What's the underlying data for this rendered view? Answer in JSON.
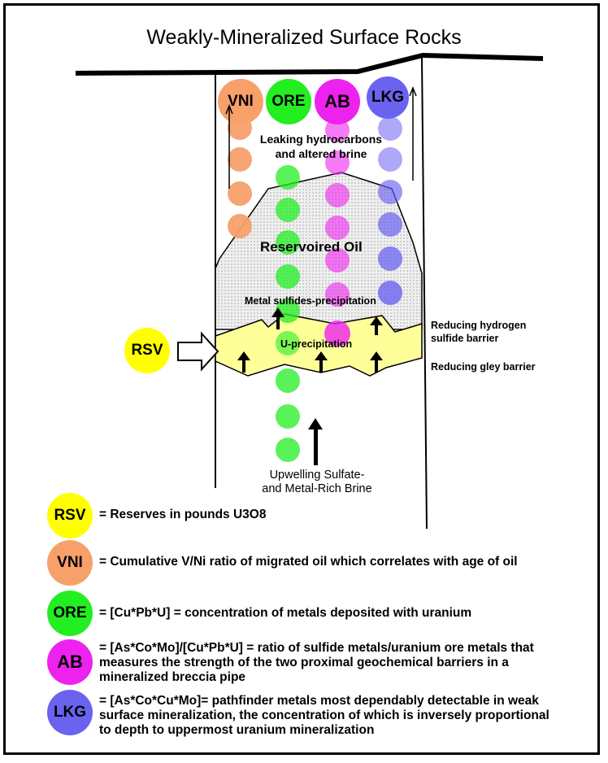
{
  "title": "Weakly-Mineralized Surface Rocks",
  "colors": {
    "VNI": "#f7a06a",
    "ORE": "#22ee22",
    "AB": "#ee22ee",
    "LKG": "#6a63f0",
    "RSV": "#ffff00",
    "barrier": "#ffff99",
    "oil": "#e2e2e2"
  },
  "columns": [
    {
      "key": "VNI",
      "label": "VNI"
    },
    {
      "key": "ORE",
      "label": "ORE"
    },
    {
      "key": "AB",
      "label": "AB"
    },
    {
      "key": "LKG",
      "label": "LKG"
    }
  ],
  "diagram": {
    "leaking_line1": "Leaking hydrocarbons",
    "leaking_line2": "and altered brine",
    "reservoir": "Reservoired Oil",
    "metal_sulfides": "Metal sulfides-precipitation",
    "u_precip": "U-precipitation",
    "h2s_line1": "Reducing hydrogen",
    "h2s_line2": "sulfide barrier",
    "gley": "Reducing gley barrier",
    "rsv": "RSV",
    "upwelling_line1": "Upwelling Sulfate-",
    "upwelling_line2": "and Metal-Rich Brine"
  },
  "legend": [
    {
      "key": "RSV",
      "label": "RSV",
      "text": [
        "= Reserves in pounds U3O8"
      ]
    },
    {
      "key": "VNI",
      "label": "VNI",
      "text": [
        "= Cumulative V/Ni ratio of migrated oil which correlates with age of oil"
      ]
    },
    {
      "key": "ORE",
      "label": "ORE",
      "text": [
        "= [Cu*Pb*U] = concentration of metals deposited with uranium"
      ]
    },
    {
      "key": "AB",
      "label": "AB",
      "text": [
        "= [As*Co*Mo]/[Cu*Pb*U] = ratio of sulfide metals/uranium ore metals that",
        "measures the strength of the two proximal geochemical barriers in a",
        "mineralized breccia pipe"
      ]
    },
    {
      "key": "LKG",
      "label": "LKG",
      "text": [
        "= [As*Co*Cu*Mo]= pathfinder metals most dependably detectable in weak",
        "surface mineralization, the concentration of which is inversely proportional",
        "to depth to uppermost uranium mineralization"
      ]
    }
  ]
}
